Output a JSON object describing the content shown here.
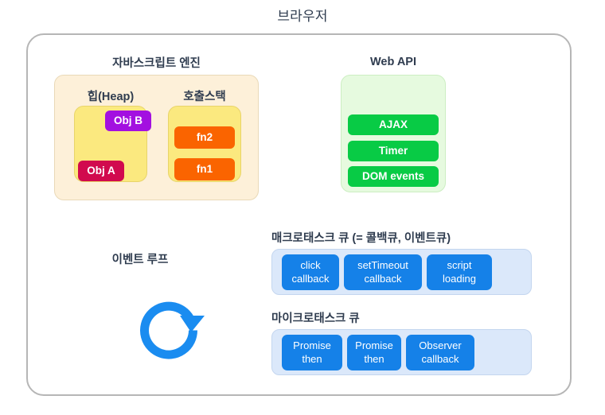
{
  "diagram": {
    "title": "브라우저",
    "title_color": "#2f3c4f",
    "frame_border_color": "#b6b6b6"
  },
  "js_engine": {
    "caption": "자바스크립트 엔진",
    "box_color": "#fdf0d9",
    "heap": {
      "caption": "힙(Heap)",
      "box_color": "#fbe97f",
      "objects": [
        {
          "label": "Obj B",
          "color": "#a310e0"
        },
        {
          "label": "Obj A",
          "color": "#d10a4e"
        }
      ]
    },
    "call_stack": {
      "caption": "호출스택",
      "box_color": "#fbe97f",
      "frames": [
        {
          "label": "fn2",
          "color": "#fa6400"
        },
        {
          "label": "fn1",
          "color": "#fa6400"
        }
      ]
    }
  },
  "web_api": {
    "caption": "Web API",
    "box_color": "#e6fadf",
    "pill_color": "#08cb45",
    "items": [
      {
        "label": "AJAX"
      },
      {
        "label": "Timer"
      },
      {
        "label": "DOM  events"
      }
    ]
  },
  "event_loop": {
    "caption": "이벤트 루프",
    "arrow_color": "#1a8cf0",
    "arrow_icon": "circular-loop-arrow-icon"
  },
  "macrotask_queue": {
    "caption": "매크로태스크 큐 (= 콜백큐, 이벤트큐)",
    "box_color": "#dbe8fa",
    "pill_color": "#1581e8",
    "items": [
      {
        "line1": "click",
        "line2": "callback"
      },
      {
        "line1": "setTimeout",
        "line2": "callback"
      },
      {
        "line1": "script",
        "line2": "loading"
      }
    ]
  },
  "microtask_queue": {
    "caption": "마이크로태스크 큐",
    "box_color": "#dbe8fa",
    "pill_color": "#1581e8",
    "items": [
      {
        "line1": "Promise",
        "line2": "then"
      },
      {
        "line1": "Promise",
        "line2": "then"
      },
      {
        "line1": "Observer",
        "line2": "callback"
      }
    ]
  }
}
